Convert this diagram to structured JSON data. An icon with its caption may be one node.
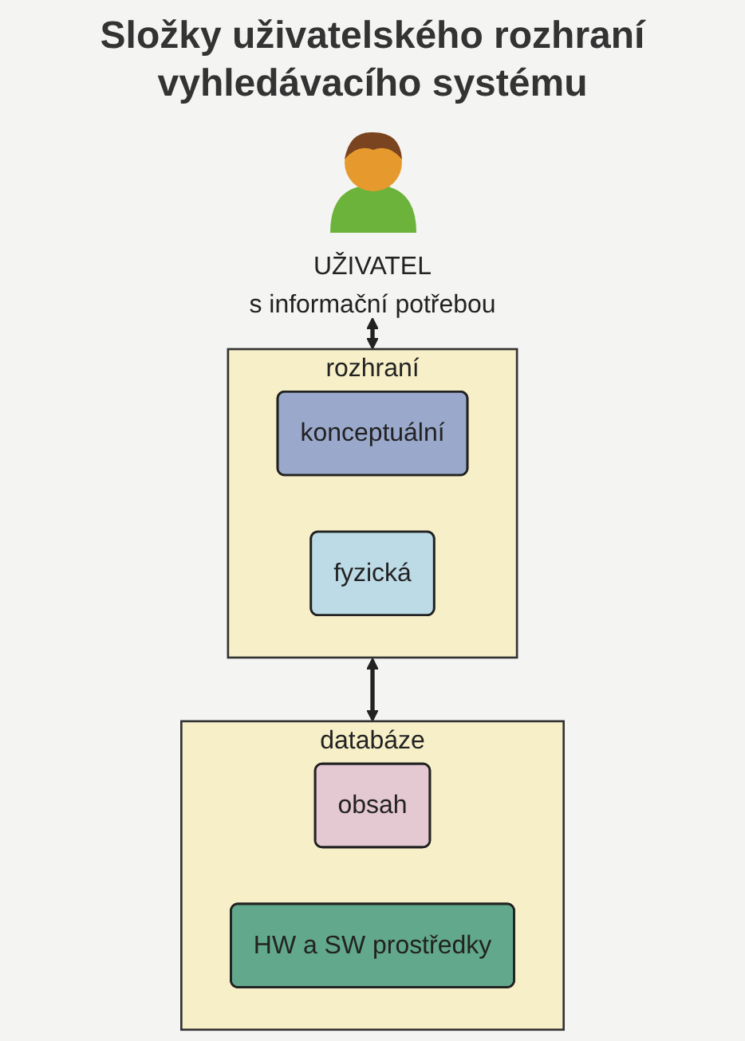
{
  "diagram": {
    "title": "Složky uživatelského rozhraní vyhledávacího systému",
    "nodes": [
      {
        "text": [
          "UŽIVATEL",
          "s informační potřebou"
        ]
      },
      {
        "text": [
          "rozhraní"
        ]
      },
      {
        "text": [
          "konceptuální"
        ],
        "in": 1
      },
      {
        "text": [
          "fyzická"
        ],
        "in": 1
      },
      {
        "text": [
          "databáze"
        ]
      },
      {
        "text": [
          "obsah"
        ],
        "in": 4
      },
      {
        "text": [
          "HW a SW prostředky"
        ],
        "in": 4
      }
    ],
    "edges": [
      {
        "from": 0,
        "to": 1,
        "arrow": "both"
      },
      {
        "from": 1,
        "to": 4,
        "arrow": "both"
      }
    ]
  }
}
